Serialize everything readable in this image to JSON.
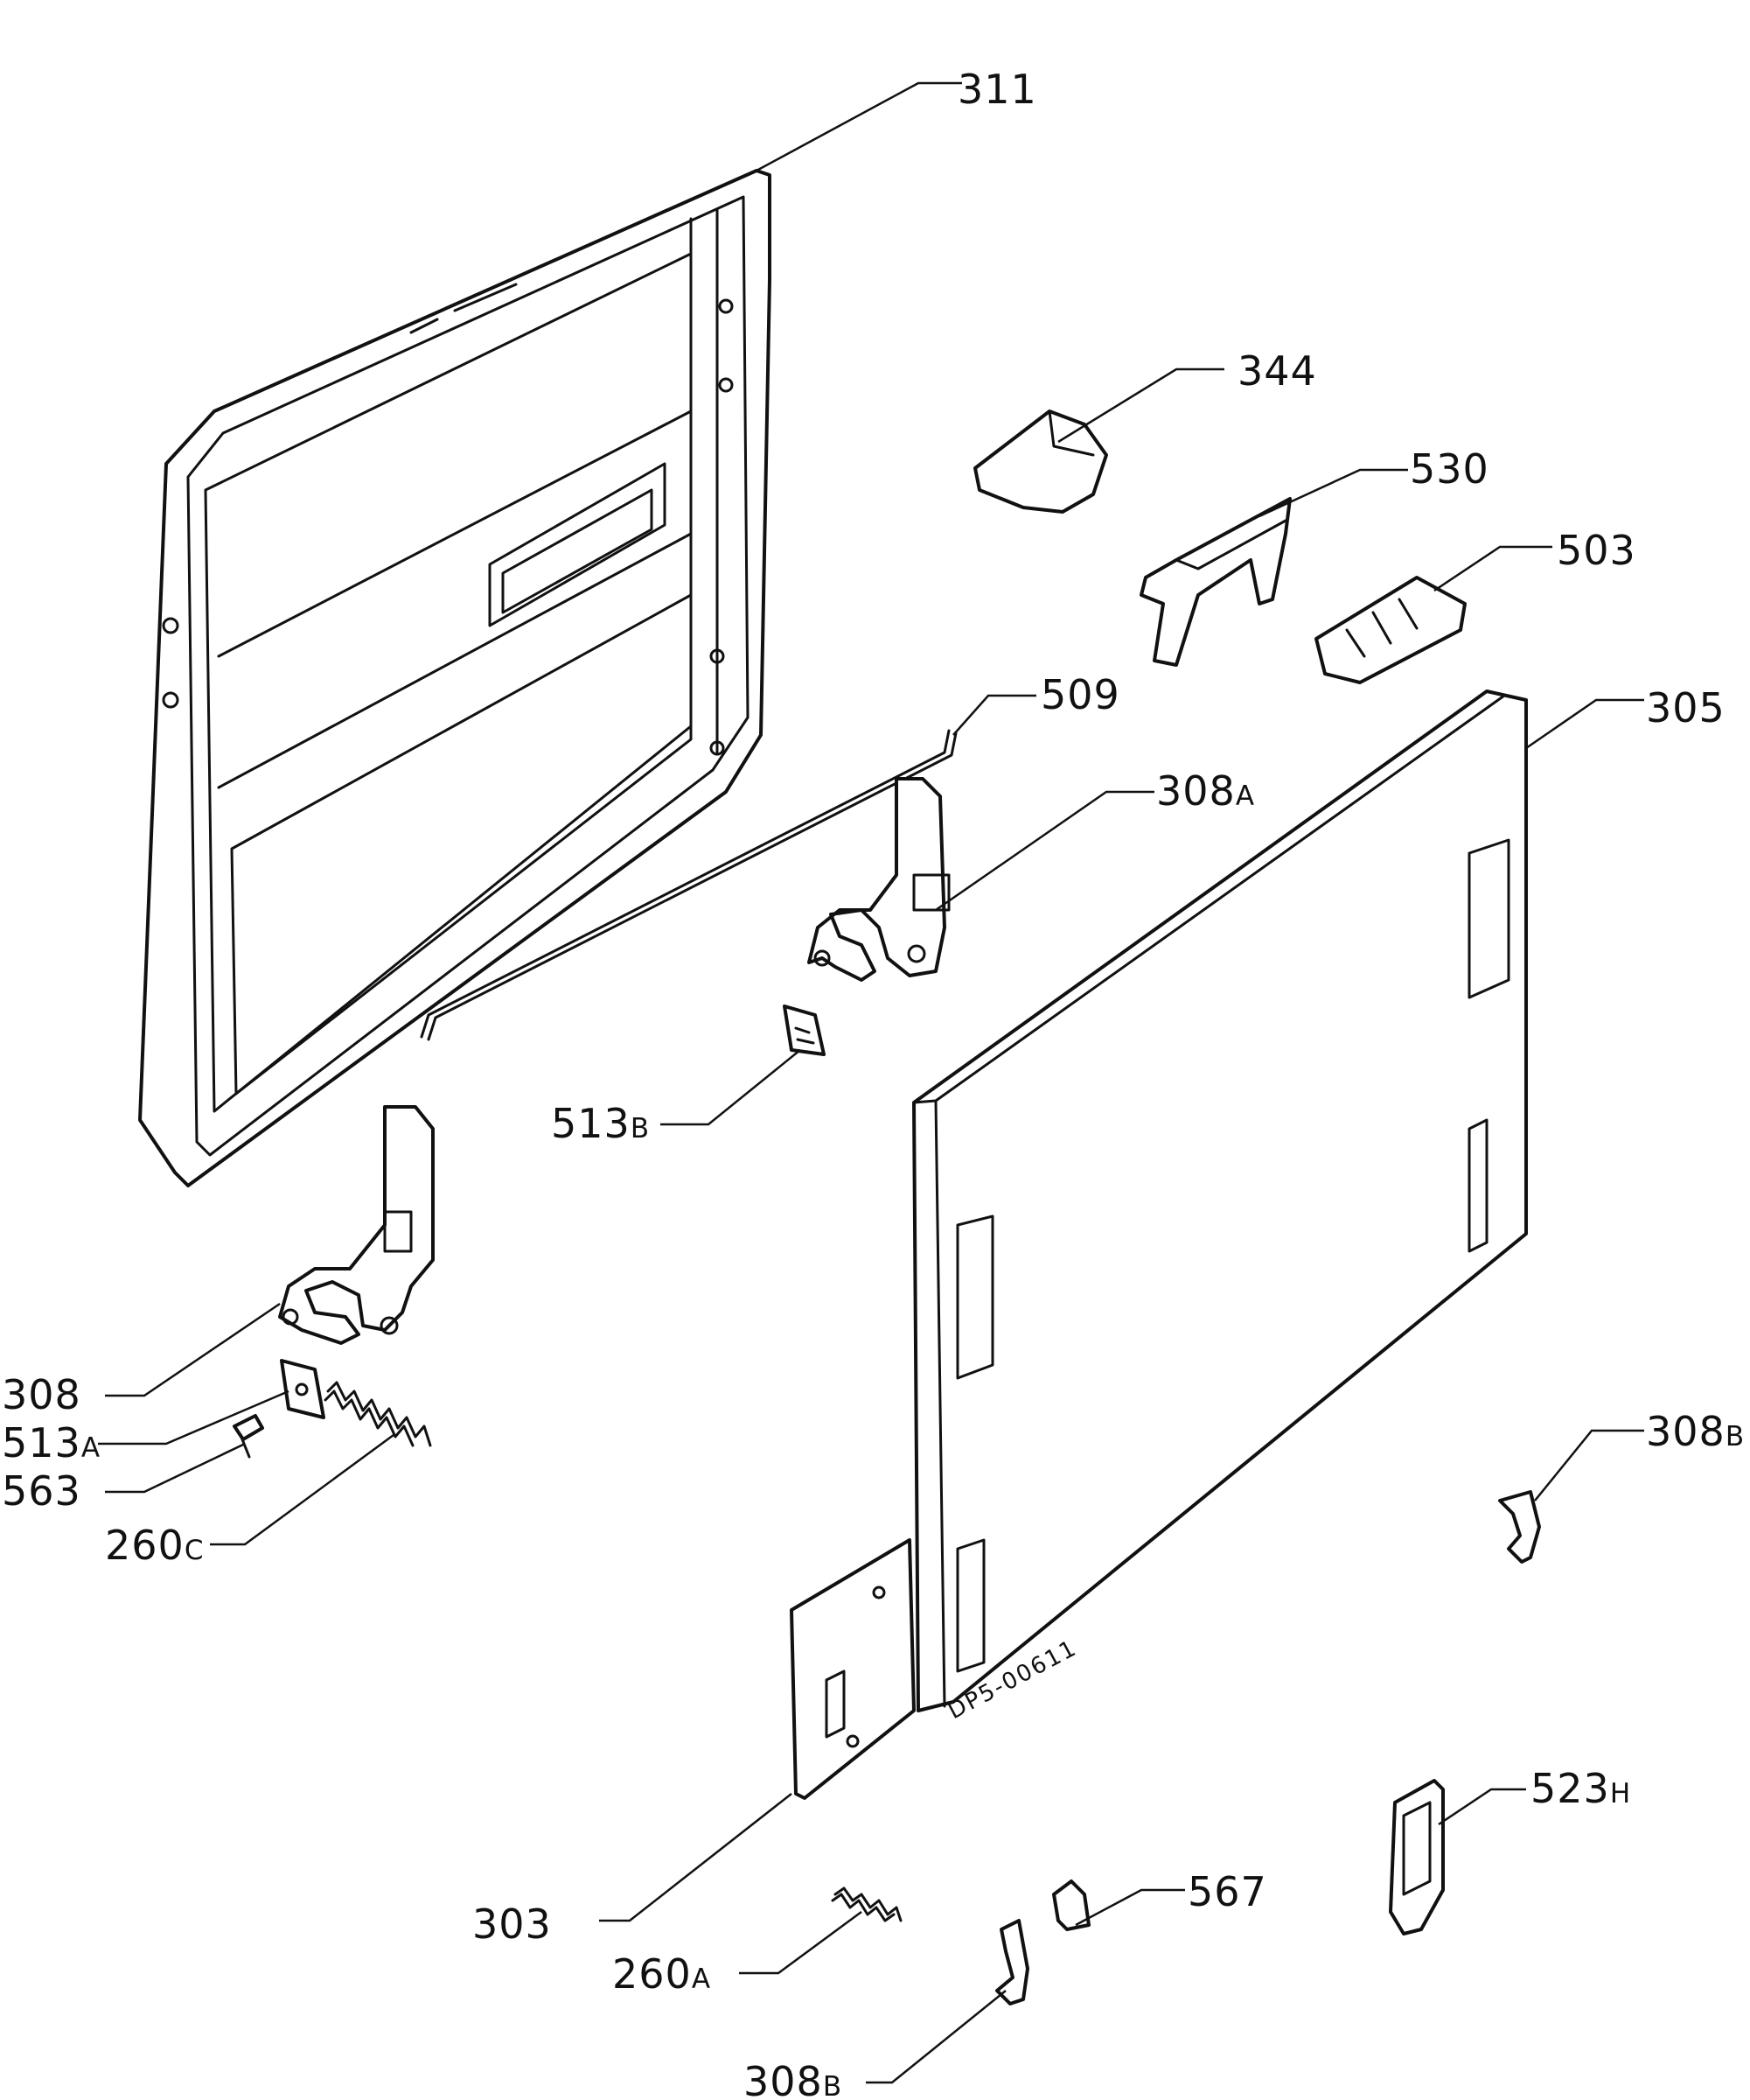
{
  "labels": {
    "p311": {
      "num": "311",
      "suf": ""
    },
    "p344": {
      "num": "344",
      "suf": ""
    },
    "p530": {
      "num": "530",
      "suf": ""
    },
    "p503": {
      "num": "503",
      "suf": ""
    },
    "p509": {
      "num": "509",
      "suf": ""
    },
    "p305": {
      "num": "305",
      "suf": ""
    },
    "p308A": {
      "num": "308",
      "suf": "A"
    },
    "p513B": {
      "num": "513",
      "suf": "B"
    },
    "p308": {
      "num": "308",
      "suf": ""
    },
    "p513A": {
      "num": "513",
      "suf": "A"
    },
    "p563": {
      "num": "563",
      "suf": ""
    },
    "p260C": {
      "num": "260",
      "suf": "C"
    },
    "p308B_right": {
      "num": "308",
      "suf": "B"
    },
    "p523H": {
      "num": "523",
      "suf": "H"
    },
    "p567": {
      "num": "567",
      "suf": ""
    },
    "p303": {
      "num": "303",
      "suf": ""
    },
    "p260A": {
      "num": "260",
      "suf": "A"
    },
    "p308B_bottom": {
      "num": "308",
      "suf": "B"
    }
  },
  "drawing_code": "DP5-00611"
}
